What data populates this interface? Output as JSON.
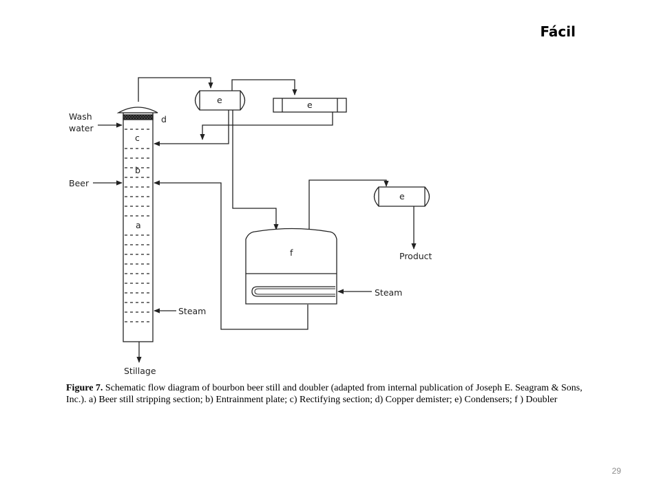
{
  "slide": {
    "corner_label": "Fácil",
    "page_number": "29"
  },
  "diagram": {
    "labels": {
      "wash_water_line1": "Wash",
      "wash_water_line2": "water",
      "beer": "Beer",
      "d": "d",
      "c": "c",
      "b": "b",
      "a": "a",
      "steam_column": "Steam",
      "stillage": "Stillage",
      "condenser_1": "e",
      "condenser_2": "e",
      "condenser_3": "e",
      "doubler": "f",
      "product": "Product",
      "steam_doubler": "Steam"
    }
  },
  "caption": {
    "figure_label": "Figure 7.",
    "text": "Schematic flow diagram of bourbon beer still and doubler (adapted from internal publication of Joseph E. Seagram & Sons, Inc.). a) Beer still stripping section; b) Entrainment plate; c) Rectifying section; d) Copper demister; e) Condensers; f ) Doubler"
  }
}
